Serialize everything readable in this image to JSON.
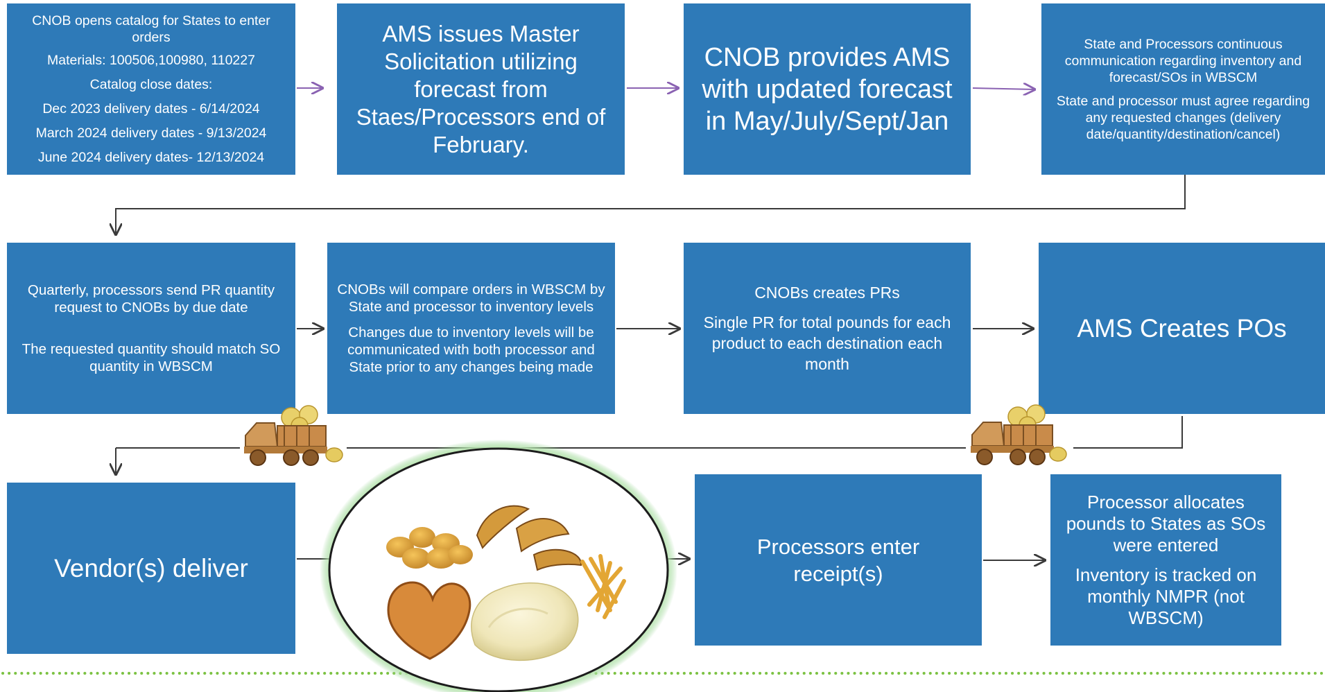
{
  "colors": {
    "box": "#2e7ab8",
    "purple_arrow": "#8a62b2",
    "dark_arrow": "#3a3a3a",
    "dotted_line": "#7cc243",
    "plate_glow": "#8fd08a"
  },
  "row1": {
    "box1": {
      "line1": "CNOB opens catalog for States to enter orders",
      "line2": "Materials: 100506,100980, 110227",
      "line3": "Catalog close dates:",
      "line4": "Dec 2023 delivery dates - 6/14/2024",
      "line5": "March 2024 delivery dates - 9/13/2024",
      "line6": "June 2024 delivery dates- 12/13/2024"
    },
    "box2": {
      "text": "AMS issues Master Solicitation utilizing forecast from Staes/Processors end of February."
    },
    "box3": {
      "text": "CNOB provides AMS with updated forecast in May/July/Sept/Jan"
    },
    "box4": {
      "para1": "State and Processors continuous communication regarding inventory and forecast/SOs in WBSCM",
      "para2": "State and processor must agree regarding any requested changes (delivery date/quantity/destination/cancel)"
    }
  },
  "row2": {
    "box1": {
      "para1": "Quarterly, processors send PR quantity request to CNOBs by due date",
      "para2": "The requested quantity should match SO quantity in WBSCM"
    },
    "box2": {
      "para1": "CNOBs will compare orders in WBSCM by State and processor to inventory levels",
      "para2": "Changes due to inventory levels will be communicated with both processor and State prior to any changes being made"
    },
    "box3": {
      "para1": "CNOBs creates PRs",
      "para2": "Single PR for total pounds for each product to each destination each month"
    },
    "box4": {
      "text": "AMS Creates POs"
    }
  },
  "row3": {
    "box1": {
      "text": "Vendor(s) deliver"
    },
    "box3": {
      "text": "Processors enter receipt(s)"
    },
    "box4": {
      "para1": "Processor allocates pounds to States as SOs were entered",
      "para2": "Inventory is tracked on monthly NMPR (not WBSCM)"
    }
  },
  "icons": {
    "truck": "potato-truck-icon",
    "plate": "potato-products-plate-icon"
  }
}
